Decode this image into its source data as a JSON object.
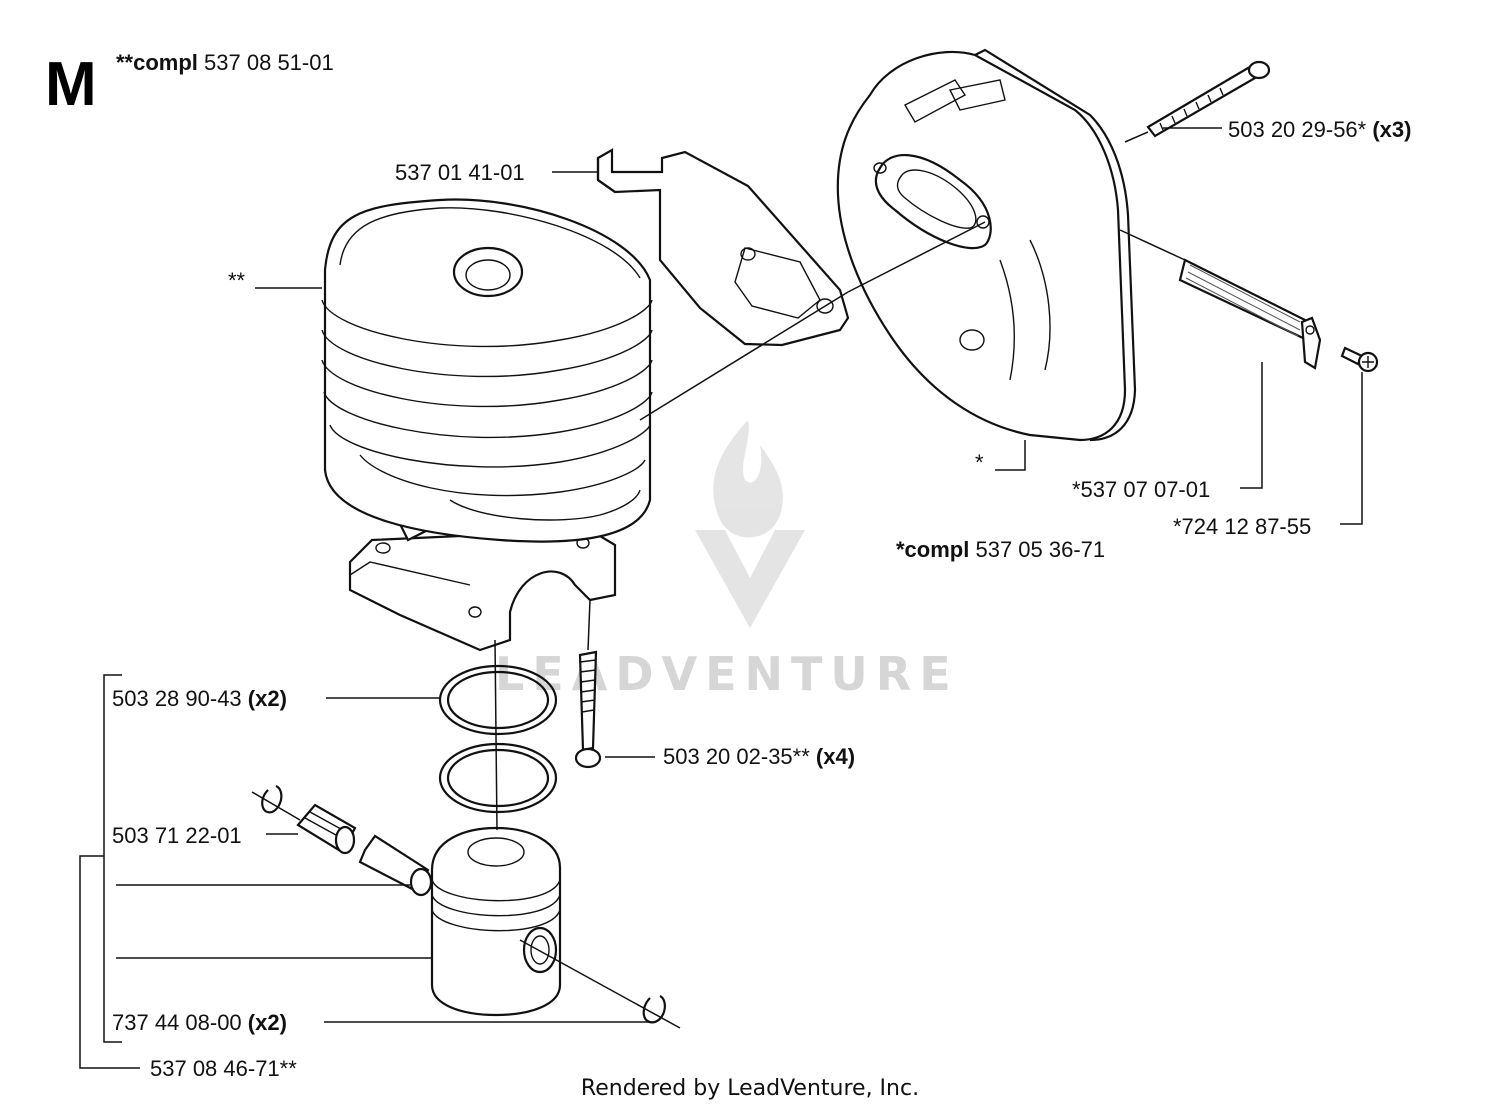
{
  "section": {
    "letter": "M",
    "assembly_prefix": "**compl",
    "assembly_number": "537 08 51-01"
  },
  "labels": {
    "bracket": "537 01 41-01",
    "cylinder_mark": "**",
    "muffler_bolt": "503 20 29-56*",
    "muffler_bolt_qty": "(x3)",
    "muffler_mark": "*",
    "spark_screen": "*537 07 07-01",
    "screen_screw": "*724 12 87-55",
    "muffler_compl_prefix": "*compl",
    "muffler_compl_number": "537 05 36-71",
    "piston_ring": "503 28 90-43",
    "piston_ring_qty": "(x2)",
    "cylinder_screw": "503 20 02-35**",
    "cylinder_screw_qty": "(x4)",
    "needle_bearing": "503 71 22-01",
    "circlip": "737 44 08-00",
    "circlip_qty": "(x2)",
    "piston_kit": "537 08 46-71**"
  },
  "watermark": "LEADVENTURE",
  "footer": "Rendered by LeadVenture, Inc."
}
